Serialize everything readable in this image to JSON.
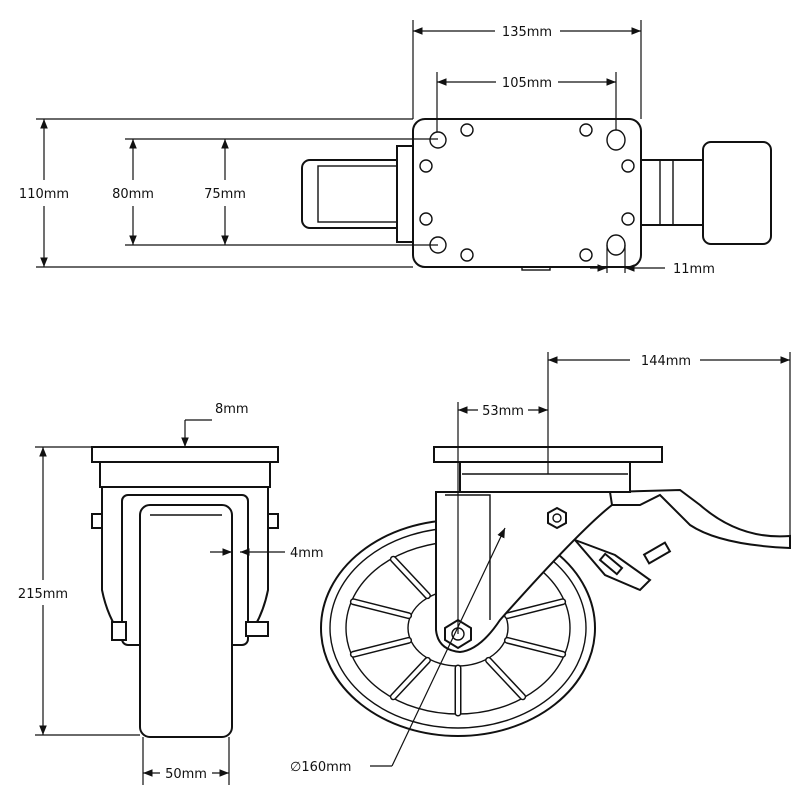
{
  "colors": {
    "line": "#111111",
    "background": "#ffffff"
  },
  "dimensions": {
    "top_view": {
      "plate_width": "135mm",
      "bolt_spacing_x": "105mm",
      "plate_depth": "110mm",
      "slot_spacing": "80mm",
      "bolt_spacing_y": "75mm",
      "bolt_hole": "11mm"
    },
    "front_view": {
      "plate_thickness": "8mm",
      "height": "215mm",
      "fork_thickness": "4mm",
      "wheel_width": "50mm"
    },
    "side_view": {
      "overall_length": "144mm",
      "offset": "53mm",
      "wheel_diameter": "∅160mm"
    }
  }
}
